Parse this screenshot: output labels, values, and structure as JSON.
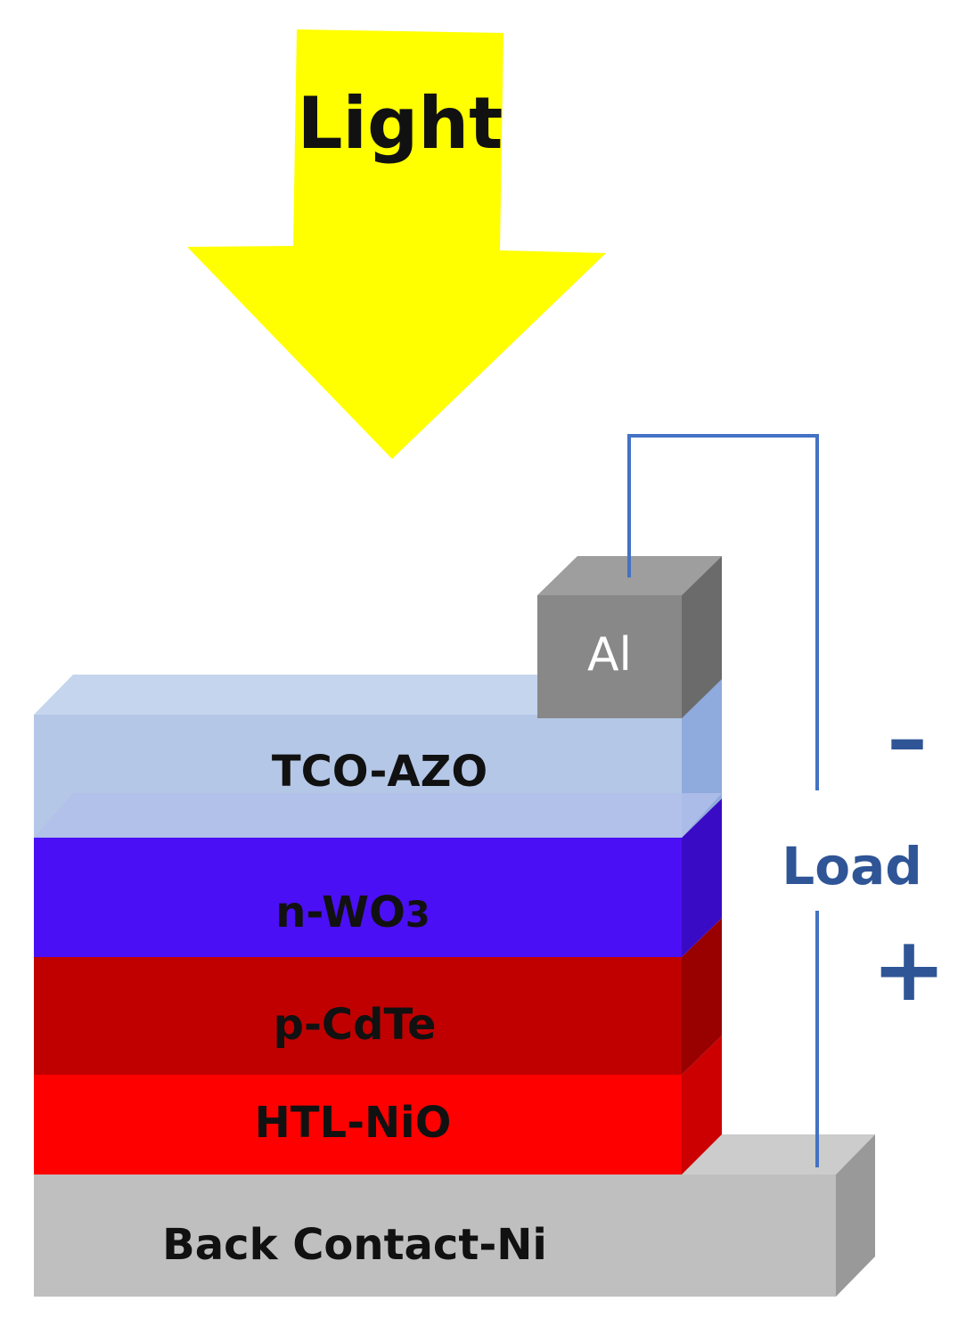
{
  "light": {
    "label": "Light",
    "color": "#ffff00"
  },
  "layers": [
    {
      "id": "tco",
      "label": "TCO-AZO",
      "front_color": "#b4c7e7",
      "side_color": "#8faadc",
      "top_color": "#c5d5ee"
    },
    {
      "id": "wo3",
      "label_main": "n-WO",
      "label_sub": "3",
      "front_color": "#4b0ff5",
      "side_color": "#3a0bc4"
    },
    {
      "id": "cdte",
      "label": "p-CdTe",
      "front_color": "#c00000",
      "side_color": "#990000"
    },
    {
      "id": "nio",
      "label": "HTL-NiO",
      "front_color": "#ff0000",
      "side_color": "#cc0000"
    },
    {
      "id": "ni",
      "label": "Back Contact-Ni",
      "front_color": "#bfbfbf",
      "side_color": "#999999",
      "top_color": "#cccccc"
    }
  ],
  "contact": {
    "label": "Al",
    "front_color": "#888888",
    "side_color": "#6b6b6b",
    "top_color": "#9e9e9e"
  },
  "circuit": {
    "load_label": "Load",
    "minus": "–",
    "plus": "+",
    "wire_color": "#4472c4",
    "text_color": "#2f5597"
  }
}
